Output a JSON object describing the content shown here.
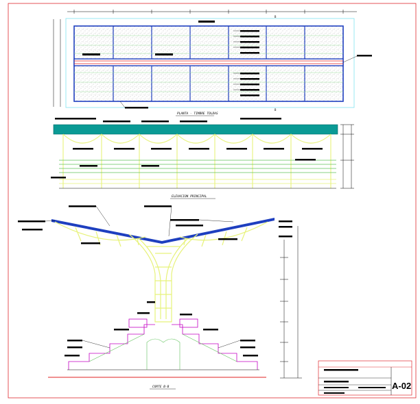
{
  "drawing": {
    "plan_title": "PLANTA - TIMBRE TOLDAS",
    "elevation_title": "ELEVACION PRINCIPAL",
    "section_title": "CORTE B-B",
    "plan_marker_top": "B",
    "plan_marker_bottom": "B"
  },
  "title_block": {
    "sheet_number": "A-02"
  },
  "colors": {
    "border": "#e0282e",
    "blue_structure": "#1e3fbf",
    "cyan_outline": "#7fe3f0",
    "canopy_teal": "#0a9a95",
    "yellow_green": "#e7f27a",
    "green_lines": "#5fc25a",
    "magenta": "#c400c4",
    "red_line": "#e02020"
  }
}
